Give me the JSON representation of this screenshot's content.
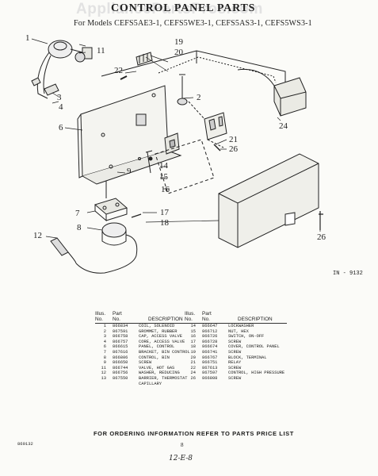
{
  "watermark": "AppliancePartsPros.com",
  "title": "CONTROL PANEL PARTS",
  "models_line": "For Models CEFS5AE3-1, CEFS5WE3-1, CEFS5AS3-1, CEFS5WS3-1",
  "figure_code": "IN - 9132",
  "callouts": [
    "1",
    "2",
    "3",
    "4",
    "6",
    "7",
    "8",
    "9",
    "11",
    "12",
    "14",
    "15",
    "16",
    "17",
    "18",
    "19",
    "20",
    "21",
    "22",
    "24",
    "26",
    "26"
  ],
  "table_headers": {
    "illus_line1": "Illus.",
    "part_line1": "Part",
    "no": "No.",
    "part_no": "No.",
    "description": "DESCRIPTION"
  },
  "parts_left": [
    {
      "no": "1",
      "part": "866834",
      "desc": "COIL, SOLENOID"
    },
    {
      "no": "2",
      "part": "867591",
      "desc": "GROMMET, RUBBER"
    },
    {
      "no": "3",
      "part": "866758",
      "desc": "CAP, ACCESS VALVE"
    },
    {
      "no": "4",
      "part": "866757",
      "desc": "CORE, ACCESS VALVE"
    },
    {
      "no": "6",
      "part": "866615",
      "desc": "PANEL, CONTROL"
    },
    {
      "no": "7",
      "part": "867616",
      "desc": "BRACKET, BIN CONTROL"
    },
    {
      "no": "8",
      "part": "866806",
      "desc": "CONTROL, BIN"
    },
    {
      "no": "9",
      "part": "866650",
      "desc": "SCREW"
    },
    {
      "no": "11",
      "part": "866744",
      "desc": "VALVE, HOT GAS"
    },
    {
      "no": "12",
      "part": "866756",
      "desc": "WASHER, REDUCING"
    },
    {
      "no": "13",
      "part": "867550",
      "desc": "BARRIER, THERMOSTAT"
    },
    {
      "no": "",
      "part": "",
      "desc": "CAPILLARY"
    }
  ],
  "parts_right": [
    {
      "no": "14",
      "part": "866647",
      "desc": "LOCKWASHER"
    },
    {
      "no": "15",
      "part": "866712",
      "desc": "NUT, HEX"
    },
    {
      "no": "16",
      "part": "866726",
      "desc": "SWITCH, ON-OFF"
    },
    {
      "no": "17",
      "part": "866728",
      "desc": "SCREW"
    },
    {
      "no": "18",
      "part": "866674",
      "desc": "COVER, CONTROL PANEL"
    },
    {
      "no": "19",
      "part": "866741",
      "desc": "SCREW"
    },
    {
      "no": "20",
      "part": "866767",
      "desc": "BLOCK, TERMINAL"
    },
    {
      "no": "21",
      "part": "866751",
      "desc": "RELAY"
    },
    {
      "no": "22",
      "part": "867613",
      "desc": "SCREW"
    },
    {
      "no": "24",
      "part": "867597",
      "desc": "CONTROL, HIGH PRESSURE"
    },
    {
      "no": "26",
      "part": "866808",
      "desc": "SCREW"
    }
  ],
  "footer": "FOR ORDERING INFORMATION REFER TO PARTS PRICE LIST",
  "page_number": "8",
  "doc_code": "869132",
  "handwritten_note": "12-E-8"
}
